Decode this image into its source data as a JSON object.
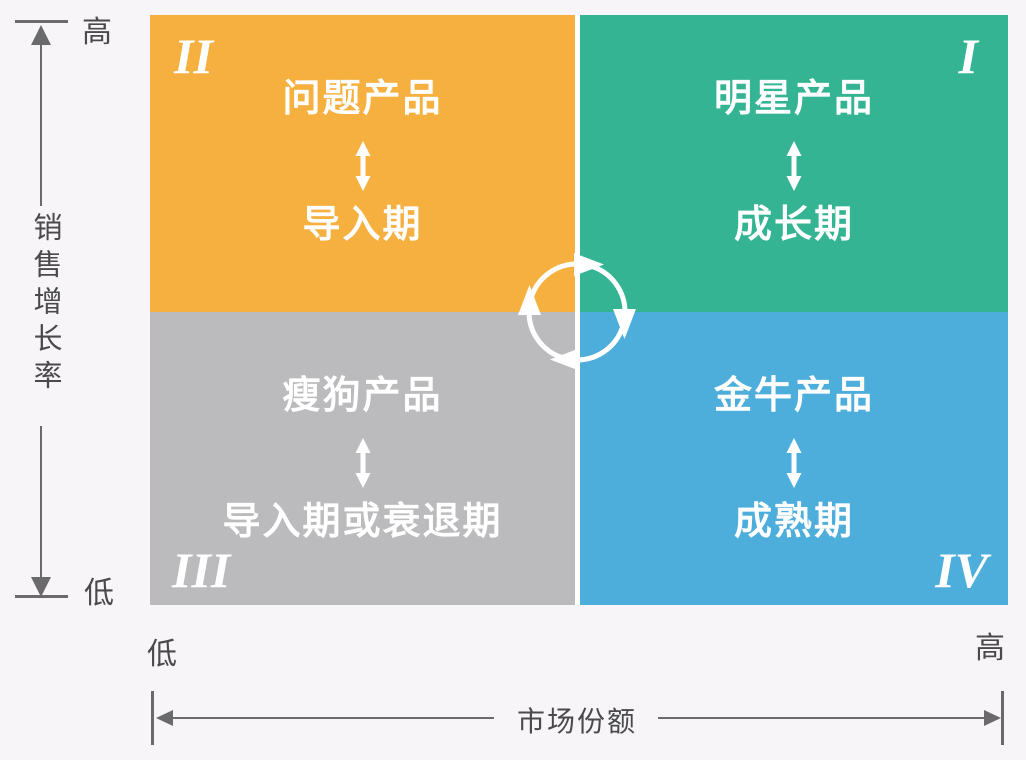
{
  "diagram": "bcg-growth-share-matrix",
  "colors": {
    "quadrant1_green": "#34b493",
    "quadrant2_orange": "#f6b040",
    "quadrant3_gray": "#bbbabd",
    "quadrant4_blue": "#4eaedb",
    "quadrant_text": "#ffffff",
    "axis_line": "#6a6a6c",
    "axis_text": "#4a4a4c",
    "background": "#f7f5f8",
    "divider": "#ffffff"
  },
  "y_axis": {
    "label": "销售增长率",
    "top_label": "高",
    "bottom_label": "低"
  },
  "x_axis": {
    "label": "市场份额",
    "left_label": "低",
    "right_label": "高"
  },
  "quadrants": {
    "q1": {
      "numeral": "I",
      "product": "明星产品",
      "stage": "成长期"
    },
    "q2": {
      "numeral": "II",
      "product": "问题产品",
      "stage": "导入期"
    },
    "q3": {
      "numeral": "III",
      "product": "瘦狗产品",
      "stage": "导入期或衰退期"
    },
    "q4": {
      "numeral": "IV",
      "product": "金牛产品",
      "stage": "成熟期"
    }
  },
  "center_icon": "cycle-arrows-icon"
}
